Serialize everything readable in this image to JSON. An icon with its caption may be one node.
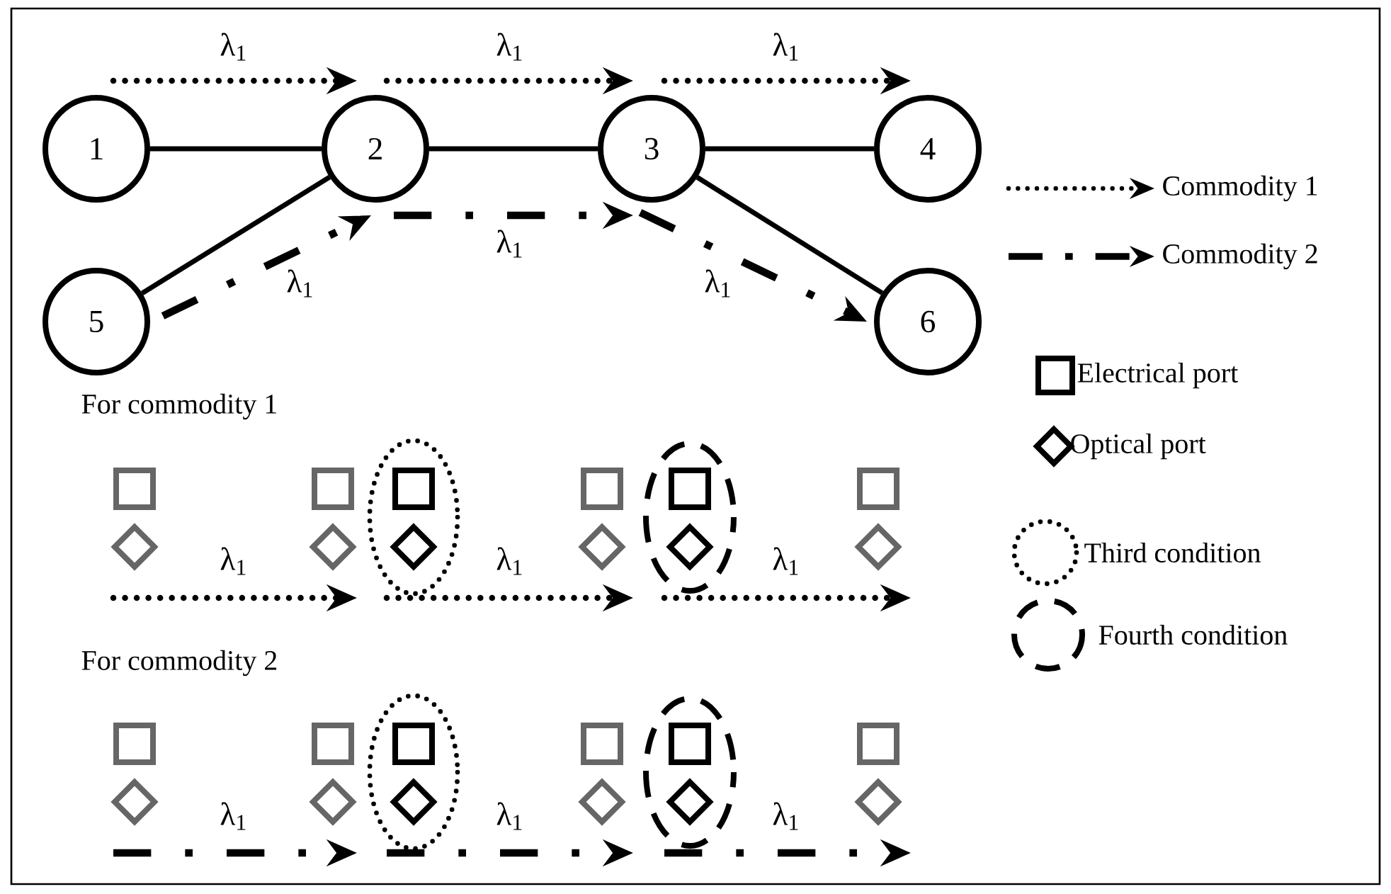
{
  "diagram": {
    "nodes": [
      {
        "text": [
          "1"
        ]
      },
      {
        "text": [
          "2"
        ]
      },
      {
        "text": [
          "3"
        ]
      },
      {
        "text": [
          "4"
        ]
      },
      {
        "text": [
          "5"
        ]
      },
      {
        "text": [
          "6"
        ]
      }
    ],
    "edges": [
      {
        "from": 0,
        "to": 1,
        "arrow": "none"
      },
      {
        "from": 1,
        "to": 2,
        "arrow": "none"
      },
      {
        "from": 2,
        "to": 3,
        "arrow": "none"
      },
      {
        "from": 4,
        "to": 1,
        "arrow": "none"
      },
      {
        "from": 2,
        "to": 5,
        "arrow": "none"
      }
    ],
    "labels": [
      "λ$_{1}$",
      "λ$_{1}$",
      "λ$_{1}$",
      "λ$_{1}$",
      "λ$_{1}$",
      "λ$_{1}$",
      "For commodity 1",
      "λ$_{1}$",
      "λ$_{1}$",
      "λ$_{1}$",
      "For commodity 2",
      "λ$_{1}$",
      "λ$_{1}$",
      "λ$_{1}$"
    ],
    "legend": [
      {
        "text": "Commodity 1"
      },
      {
        "text": "Commodity 2"
      },
      {
        "text": "Electrical port"
      },
      {
        "text": "Optical port"
      },
      {
        "text": "Third condition"
      },
      {
        "text": "Fourth condition"
      }
    ]
  }
}
